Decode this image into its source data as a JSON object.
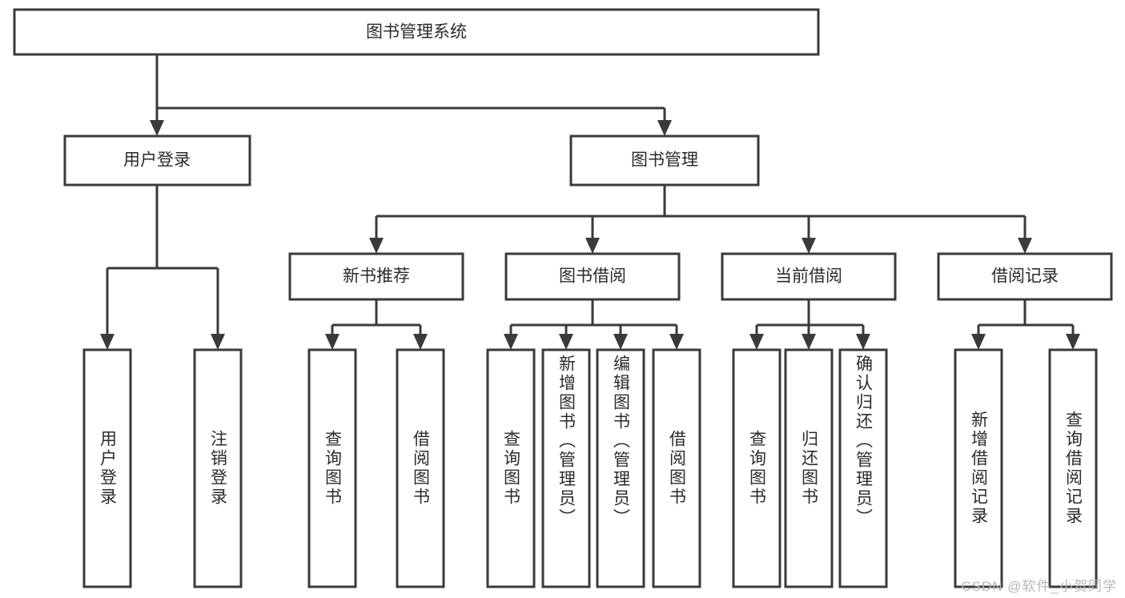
{
  "diagram": {
    "title": "图书管理系统",
    "type": "tree-hierarchy-chart",
    "root": {
      "label": "图书管理系统"
    },
    "level1": [
      {
        "label": "用户登录"
      },
      {
        "label": "图书管理"
      }
    ],
    "level2": [
      {
        "label": "新书推荐"
      },
      {
        "label": "图书借阅"
      },
      {
        "label": "当前借阅"
      },
      {
        "label": "借阅记录"
      }
    ],
    "leaves": {
      "user_login": [
        {
          "label": "用户登录"
        },
        {
          "label": "注销登录"
        }
      ],
      "new_book_recommend": [
        {
          "label": "查询图书"
        },
        {
          "label": "借阅图书"
        }
      ],
      "book_borrow": [
        {
          "label": "查询图书"
        },
        {
          "label": "新增图书（管理员）"
        },
        {
          "label": "编辑图书（管理员）"
        },
        {
          "label": "借阅图书"
        }
      ],
      "current_borrow": [
        {
          "label": "查询图书"
        },
        {
          "label": "归还图书"
        },
        {
          "label": "确认归还（管理员）"
        }
      ],
      "borrow_record": [
        {
          "label": "新增借阅记录"
        },
        {
          "label": "查询借阅记录"
        }
      ]
    }
  },
  "watermark": {
    "text": "CSDN @软件_小贺同学"
  },
  "colors": {
    "background": "#ffffff",
    "stroke": "#3a3a3a",
    "text": "#2b2b2b",
    "watermark": "#b8b8b8"
  }
}
